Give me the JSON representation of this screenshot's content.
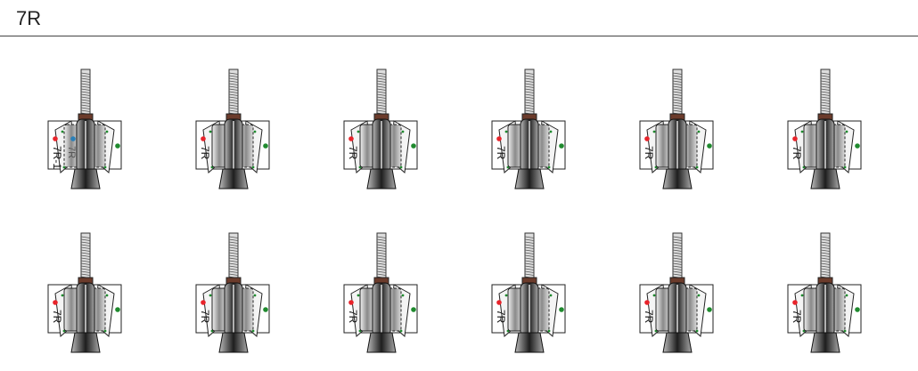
{
  "page": {
    "title": "7R"
  },
  "units": [
    {
      "label": "7R-1",
      "sublabel": "7R",
      "selected": true
    },
    {
      "label": "7R"
    },
    {
      "label": "7R"
    },
    {
      "label": "7R"
    },
    {
      "label": "7R"
    },
    {
      "label": "7R"
    },
    {
      "label": "7R"
    },
    {
      "label": "7R"
    },
    {
      "label": "7R"
    },
    {
      "label": "7R"
    },
    {
      "label": "7R"
    },
    {
      "label": "7R"
    }
  ],
  "colors": {
    "status_left": "#e8232a",
    "status_right": "#1f8a2e",
    "selected_marker": "#2a7fb8",
    "bolt_thread": "#555555",
    "roller_dark": "#3a3a3a"
  }
}
